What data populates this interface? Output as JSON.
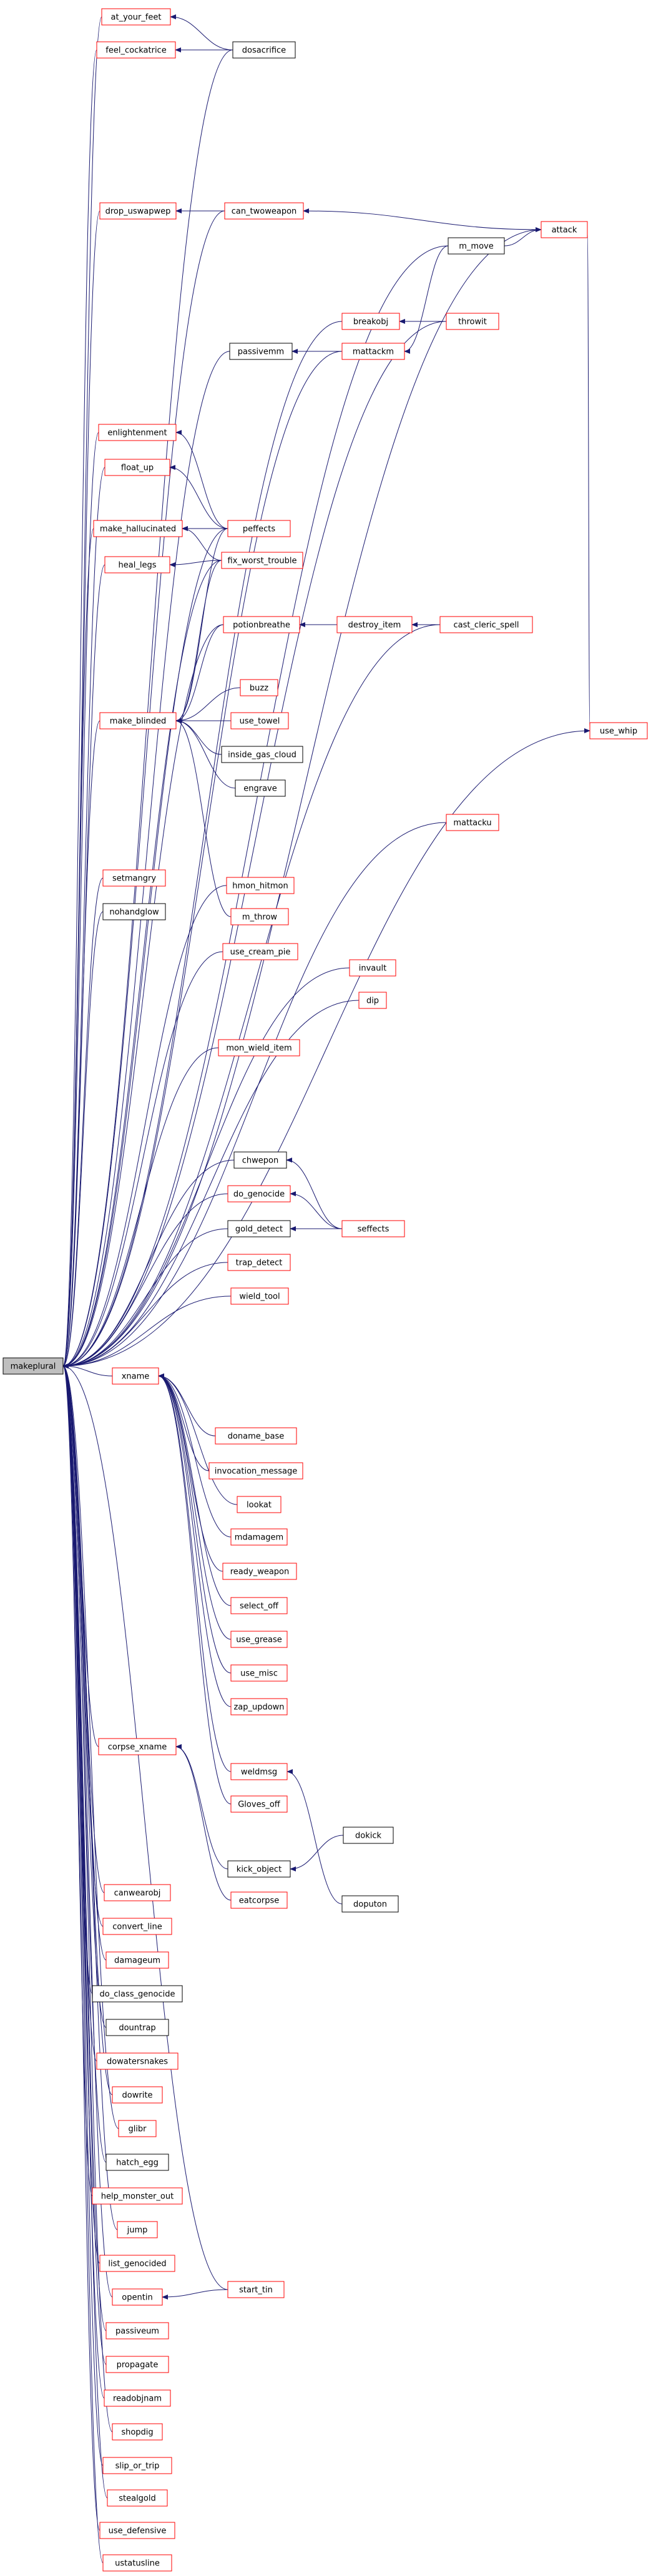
{
  "colors": {
    "edge": "#191970",
    "node_border_red": "#ff0000",
    "node_border_black": "#000000",
    "root_fill": "#bfbfbf",
    "background": "#ffffff"
  },
  "nodes": [
    {
      "id": "makeplural",
      "label": "makeplural",
      "style": "root"
    },
    {
      "id": "at_your_feet",
      "label": "at_your_feet",
      "style": "red"
    },
    {
      "id": "feel_cockatrice",
      "label": "feel_cockatrice",
      "style": "red"
    },
    {
      "id": "dosacrifice",
      "label": "dosacrifice",
      "style": "black"
    },
    {
      "id": "drop_uswapwep",
      "label": "drop_uswapwep",
      "style": "red"
    },
    {
      "id": "can_twoweapon",
      "label": "can_twoweapon",
      "style": "red"
    },
    {
      "id": "attack",
      "label": "attack",
      "style": "red"
    },
    {
      "id": "m_move",
      "label": "m_move",
      "style": "black"
    },
    {
      "id": "breakobj",
      "label": "breakobj",
      "style": "red"
    },
    {
      "id": "throwit",
      "label": "throwit",
      "style": "red"
    },
    {
      "id": "passivemm",
      "label": "passivemm",
      "style": "black"
    },
    {
      "id": "mattackm",
      "label": "mattackm",
      "style": "red"
    },
    {
      "id": "enlightenment",
      "label": "enlightenment",
      "style": "red"
    },
    {
      "id": "float_up",
      "label": "float_up",
      "style": "red"
    },
    {
      "id": "make_hallucinated",
      "label": "make_hallucinated",
      "style": "red"
    },
    {
      "id": "peffects",
      "label": "peffects",
      "style": "red"
    },
    {
      "id": "heal_legs",
      "label": "heal_legs",
      "style": "red"
    },
    {
      "id": "fix_worst_trouble",
      "label": "fix_worst_trouble",
      "style": "red"
    },
    {
      "id": "potionbreathe",
      "label": "potionbreathe",
      "style": "red"
    },
    {
      "id": "destroy_item",
      "label": "destroy_item",
      "style": "red"
    },
    {
      "id": "cast_cleric_spell",
      "label": "cast_cleric_spell",
      "style": "red"
    },
    {
      "id": "buzz",
      "label": "buzz",
      "style": "red"
    },
    {
      "id": "make_blinded",
      "label": "make_blinded",
      "style": "red"
    },
    {
      "id": "use_towel",
      "label": "use_towel",
      "style": "red"
    },
    {
      "id": "use_whip",
      "label": "use_whip",
      "style": "red"
    },
    {
      "id": "inside_gas_cloud",
      "label": "inside_gas_cloud",
      "style": "black"
    },
    {
      "id": "engrave",
      "label": "engrave",
      "style": "black"
    },
    {
      "id": "mattacku",
      "label": "mattacku",
      "style": "red"
    },
    {
      "id": "setmangry",
      "label": "setmangry",
      "style": "red"
    },
    {
      "id": "hmon_hitmon",
      "label": "hmon_hitmon",
      "style": "red"
    },
    {
      "id": "nohandglow",
      "label": "nohandglow",
      "style": "black"
    },
    {
      "id": "m_throw",
      "label": "m_throw",
      "style": "red"
    },
    {
      "id": "use_cream_pie",
      "label": "use_cream_pie",
      "style": "red"
    },
    {
      "id": "invault",
      "label": "invault",
      "style": "red"
    },
    {
      "id": "dip",
      "label": "dip",
      "style": "red"
    },
    {
      "id": "mon_wield_item",
      "label": "mon_wield_item",
      "style": "red"
    },
    {
      "id": "chwepon",
      "label": "chwepon",
      "style": "black"
    },
    {
      "id": "do_genocide",
      "label": "do_genocide",
      "style": "red"
    },
    {
      "id": "gold_detect",
      "label": "gold_detect",
      "style": "black"
    },
    {
      "id": "seffects",
      "label": "seffects",
      "style": "red"
    },
    {
      "id": "trap_detect",
      "label": "trap_detect",
      "style": "red"
    },
    {
      "id": "wield_tool",
      "label": "wield_tool",
      "style": "red"
    },
    {
      "id": "xname",
      "label": "xname",
      "style": "red"
    },
    {
      "id": "doname_base",
      "label": "doname_base",
      "style": "red"
    },
    {
      "id": "invocation_message",
      "label": "invocation_message",
      "style": "red"
    },
    {
      "id": "lookat",
      "label": "lookat",
      "style": "red"
    },
    {
      "id": "mdamagem",
      "label": "mdamagem",
      "style": "red"
    },
    {
      "id": "ready_weapon",
      "label": "ready_weapon",
      "style": "red"
    },
    {
      "id": "select_off",
      "label": "select_off",
      "style": "red"
    },
    {
      "id": "use_grease",
      "label": "use_grease",
      "style": "red"
    },
    {
      "id": "use_misc",
      "label": "use_misc",
      "style": "red"
    },
    {
      "id": "zap_updown",
      "label": "zap_updown",
      "style": "red"
    },
    {
      "id": "corpse_xname",
      "label": "corpse_xname",
      "style": "red"
    },
    {
      "id": "weldmsg",
      "label": "weldmsg",
      "style": "red"
    },
    {
      "id": "Gloves_off",
      "label": "Gloves_off",
      "style": "red"
    },
    {
      "id": "dokick",
      "label": "dokick",
      "style": "black"
    },
    {
      "id": "kick_object",
      "label": "kick_object",
      "style": "black"
    },
    {
      "id": "eatcorpse",
      "label": "eatcorpse",
      "style": "red"
    },
    {
      "id": "doputon",
      "label": "doputon",
      "style": "black"
    },
    {
      "id": "canwearobj",
      "label": "canwearobj",
      "style": "red"
    },
    {
      "id": "convert_line",
      "label": "convert_line",
      "style": "red"
    },
    {
      "id": "damageum",
      "label": "damageum",
      "style": "red"
    },
    {
      "id": "do_class_genocide",
      "label": "do_class_genocide",
      "style": "black"
    },
    {
      "id": "dountrap",
      "label": "dountrap",
      "style": "black"
    },
    {
      "id": "dowatersnakes",
      "label": "dowatersnakes",
      "style": "red"
    },
    {
      "id": "dowrite",
      "label": "dowrite",
      "style": "red"
    },
    {
      "id": "glibr",
      "label": "glibr",
      "style": "red"
    },
    {
      "id": "hatch_egg",
      "label": "hatch_egg",
      "style": "black"
    },
    {
      "id": "help_monster_out",
      "label": "help_monster_out",
      "style": "red"
    },
    {
      "id": "jump",
      "label": "jump",
      "style": "red"
    },
    {
      "id": "list_genocided",
      "label": "list_genocided",
      "style": "red"
    },
    {
      "id": "opentin",
      "label": "opentin",
      "style": "red"
    },
    {
      "id": "start_tin",
      "label": "start_tin",
      "style": "red"
    },
    {
      "id": "passiveum",
      "label": "passiveum",
      "style": "red"
    },
    {
      "id": "propagate",
      "label": "propagate",
      "style": "red"
    },
    {
      "id": "readobjnam",
      "label": "readobjnam",
      "style": "red"
    },
    {
      "id": "shopdig",
      "label": "shopdig",
      "style": "red"
    },
    {
      "id": "slip_or_trip",
      "label": "slip_or_trip",
      "style": "red"
    },
    {
      "id": "stealgold",
      "label": "stealgold",
      "style": "red"
    },
    {
      "id": "use_defensive",
      "label": "use_defensive",
      "style": "red"
    },
    {
      "id": "ustatusline",
      "label": "ustatusline",
      "style": "red"
    }
  ],
  "edges": [
    [
      "at_your_feet",
      "makeplural"
    ],
    [
      "feel_cockatrice",
      "makeplural"
    ],
    [
      "dosacrifice",
      "makeplural"
    ],
    [
      "dosacrifice",
      "at_your_feet"
    ],
    [
      "dosacrifice",
      "feel_cockatrice"
    ],
    [
      "drop_uswapwep",
      "makeplural"
    ],
    [
      "can_twoweapon",
      "drop_uswapwep"
    ],
    [
      "can_twoweapon",
      "makeplural"
    ],
    [
      "attack",
      "can_twoweapon"
    ],
    [
      "attack",
      "makeplural"
    ],
    [
      "m_move",
      "attack"
    ],
    [
      "m_move",
      "makeplural"
    ],
    [
      "breakobj",
      "makeplural"
    ],
    [
      "throwit",
      "breakobj"
    ],
    [
      "throwit",
      "makeplural"
    ],
    [
      "passivemm",
      "makeplural"
    ],
    [
      "mattackm",
      "passivemm"
    ],
    [
      "m_move",
      "mattackm"
    ],
    [
      "mattackm",
      "makeplural"
    ],
    [
      "enlightenment",
      "makeplural"
    ],
    [
      "float_up",
      "makeplural"
    ],
    [
      "make_hallucinated",
      "makeplural"
    ],
    [
      "peffects",
      "enlightenment"
    ],
    [
      "peffects",
      "float_up"
    ],
    [
      "peffects",
      "make_hallucinated"
    ],
    [
      "peffects",
      "makeplural"
    ],
    [
      "heal_legs",
      "makeplural"
    ],
    [
      "fix_worst_trouble",
      "heal_legs"
    ],
    [
      "fix_worst_trouble",
      "make_hallucinated"
    ],
    [
      "fix_worst_trouble",
      "makeplural"
    ],
    [
      "potionbreathe",
      "makeplural"
    ],
    [
      "destroy_item",
      "potionbreathe"
    ],
    [
      "cast_cleric_spell",
      "destroy_item"
    ],
    [
      "cast_cleric_spell",
      "makeplural"
    ],
    [
      "make_blinded",
      "makeplural"
    ],
    [
      "buzz",
      "make_blinded"
    ],
    [
      "use_towel",
      "make_blinded"
    ],
    [
      "inside_gas_cloud",
      "make_blinded"
    ],
    [
      "engrave",
      "make_blinded"
    ],
    [
      "potionbreathe",
      "make_blinded"
    ],
    [
      "peffects",
      "make_blinded"
    ],
    [
      "fix_worst_trouble",
      "make_blinded"
    ],
    [
      "use_whip",
      "makeplural"
    ],
    [
      "attack",
      "use_whip"
    ],
    [
      "mattacku",
      "makeplural"
    ],
    [
      "setmangry",
      "makeplural"
    ],
    [
      "hmon_hitmon",
      "makeplural"
    ],
    [
      "nohandglow",
      "makeplural"
    ],
    [
      "m_throw",
      "make_blinded"
    ],
    [
      "use_cream_pie",
      "makeplural"
    ],
    [
      "invault",
      "makeplural"
    ],
    [
      "dip",
      "makeplural"
    ],
    [
      "mon_wield_item",
      "makeplural"
    ],
    [
      "chwepon",
      "makeplural"
    ],
    [
      "do_genocide",
      "makeplural"
    ],
    [
      "gold_detect",
      "makeplural"
    ],
    [
      "seffects",
      "chwepon"
    ],
    [
      "seffects",
      "do_genocide"
    ],
    [
      "seffects",
      "gold_detect"
    ],
    [
      "trap_detect",
      "makeplural"
    ],
    [
      "wield_tool",
      "makeplural"
    ],
    [
      "xname",
      "makeplural"
    ],
    [
      "doname_base",
      "xname"
    ],
    [
      "invocation_message",
      "xname"
    ],
    [
      "lookat",
      "xname"
    ],
    [
      "mdamagem",
      "xname"
    ],
    [
      "ready_weapon",
      "xname"
    ],
    [
      "select_off",
      "xname"
    ],
    [
      "use_grease",
      "xname"
    ],
    [
      "use_misc",
      "xname"
    ],
    [
      "zap_updown",
      "xname"
    ],
    [
      "weldmsg",
      "xname"
    ],
    [
      "Gloves_off",
      "xname"
    ],
    [
      "corpse_xname",
      "makeplural"
    ],
    [
      "kick_object",
      "corpse_xname"
    ],
    [
      "dokick",
      "kick_object"
    ],
    [
      "eatcorpse",
      "corpse_xname"
    ],
    [
      "doputon",
      "weldmsg"
    ],
    [
      "canwearobj",
      "makeplural"
    ],
    [
      "convert_line",
      "makeplural"
    ],
    [
      "damageum",
      "makeplural"
    ],
    [
      "do_class_genocide",
      "makeplural"
    ],
    [
      "dountrap",
      "makeplural"
    ],
    [
      "dowatersnakes",
      "makeplural"
    ],
    [
      "dowrite",
      "makeplural"
    ],
    [
      "glibr",
      "makeplural"
    ],
    [
      "hatch_egg",
      "makeplural"
    ],
    [
      "help_monster_out",
      "makeplural"
    ],
    [
      "jump",
      "makeplural"
    ],
    [
      "list_genocided",
      "makeplural"
    ],
    [
      "opentin",
      "makeplural"
    ],
    [
      "start_tin",
      "opentin"
    ],
    [
      "start_tin",
      "makeplural"
    ],
    [
      "passiveum",
      "makeplural"
    ],
    [
      "propagate",
      "makeplural"
    ],
    [
      "readobjnam",
      "makeplural"
    ],
    [
      "shopdig",
      "makeplural"
    ],
    [
      "slip_or_trip",
      "makeplural"
    ],
    [
      "stealgold",
      "makeplural"
    ],
    [
      "use_defensive",
      "makeplural"
    ],
    [
      "ustatusline",
      "makeplural"
    ]
  ]
}
